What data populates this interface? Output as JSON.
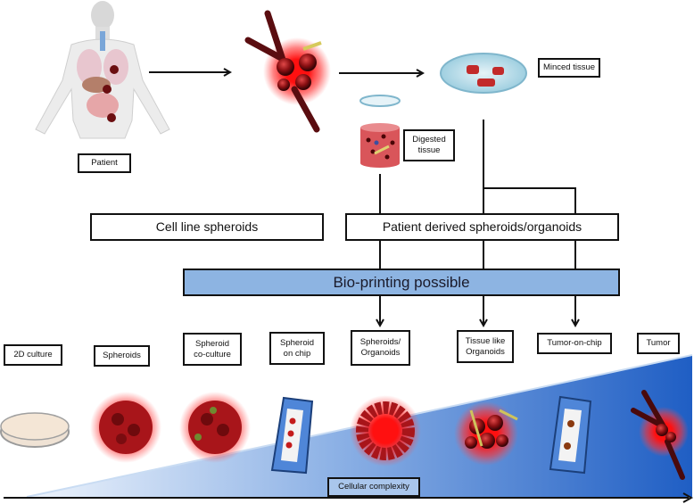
{
  "diagram": {
    "top_flow": {
      "patient_label": "Patient",
      "digested_label": "Digested tissue",
      "minced_label": "Minced tissue"
    },
    "categories": {
      "cell_line": "Cell line spheroids",
      "patient_derived": "Patient derived spheroids/organoids"
    },
    "bioprinting_label": "Bio-printing possible",
    "models": [
      {
        "label": "2D culture"
      },
      {
        "label": "Spheroids"
      },
      {
        "label": "Spheroid co-culture"
      },
      {
        "label": "Spheroid on chip"
      },
      {
        "label": "Spheroids/ Organoids"
      },
      {
        "label": "Tissue like Organoids"
      },
      {
        "label": "Tumor-on-chip"
      },
      {
        "label": "Tumor"
      }
    ],
    "axis_label": "Cellular complexity",
    "icons": [
      "human-body-icon",
      "tumor-icon",
      "petri-dish-icon",
      "digested-tissue-icon",
      "spheroid-icon",
      "organoid-icon",
      "chip-icon"
    ],
    "colors": {
      "bioprint_fill": "#8db4e2",
      "wedge_dark": "#1f5fbf",
      "wedge_light": "#dbe8f8",
      "tumor_red": "#c0141c",
      "glow_red": "#ff2020"
    }
  }
}
